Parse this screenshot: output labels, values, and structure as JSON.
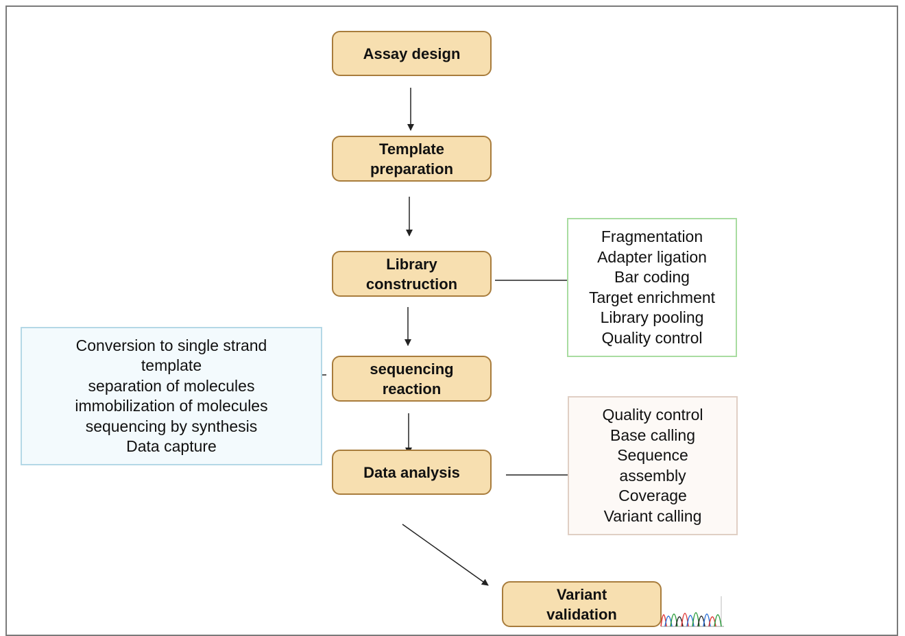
{
  "steps": {
    "assay_design": "Assay design",
    "template_preparation": "Template\npreparation",
    "library_construction": "Library\nconstruction",
    "sequencing_reaction": "sequencing\nreaction",
    "data_analysis": "Data analysis",
    "variant_validation": "Variant\nvalidation"
  },
  "library_details": [
    "Fragmentation",
    "Adapter ligation",
    "Bar coding",
    "Target enrichment",
    "Library pooling",
    "Quality control"
  ],
  "sequencing_details": [
    "Conversion to single strand",
    "template",
    "separation of molecules",
    "immobilization of molecules",
    "sequencing by synthesis",
    "Data capture"
  ],
  "analysis_details": [
    "Quality control",
    "Base calling",
    "Sequence",
    "assembly",
    "Coverage",
    "Variant calling"
  ],
  "colors": {
    "step_fill": "#f7dfb0",
    "step_border": "#a87c3c",
    "library_border": "#a8dca0",
    "sequencing_border": "#b4d8e6",
    "sequencing_fill": "#f3fafd",
    "analysis_border": "#e0cfc4",
    "analysis_fill": "#fdf9f6"
  },
  "chromatogram_icon": "sanger-chromatogram-icon"
}
